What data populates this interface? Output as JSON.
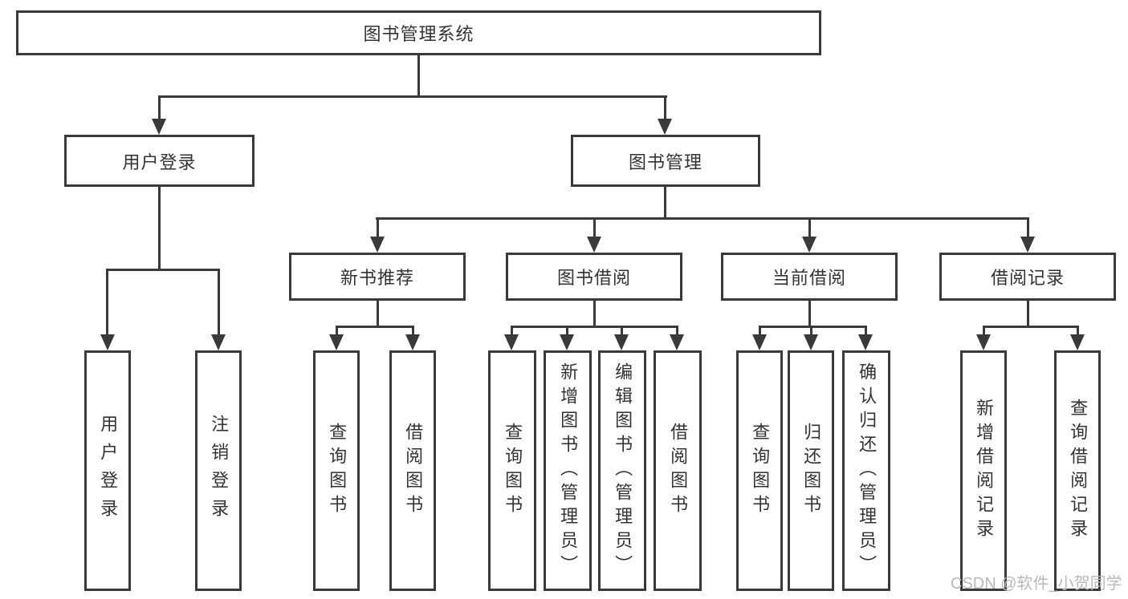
{
  "tree": {
    "root": {
      "label": "图书管理系统"
    },
    "branches": [
      {
        "label": "用户登录",
        "children": [
          {
            "label": "用户登录"
          },
          {
            "label": "注销登录"
          }
        ]
      },
      {
        "label": "图书管理",
        "children": [
          {
            "label": "新书推荐",
            "children": [
              {
                "label": "查询图书"
              },
              {
                "label": "借阅图书"
              }
            ]
          },
          {
            "label": "图书借阅",
            "children": [
              {
                "label": "查询图书"
              },
              {
                "label": "新增图书（管理员）"
              },
              {
                "label": "编辑图书（管理员）"
              },
              {
                "label": "借阅图书"
              }
            ]
          },
          {
            "label": "当前借阅",
            "children": [
              {
                "label": "查询图书"
              },
              {
                "label": "归还图书"
              },
              {
                "label": "确认归还（管理员）"
              }
            ]
          },
          {
            "label": "借阅记录",
            "children": [
              {
                "label": "新增借阅记录"
              },
              {
                "label": "查询借阅记录"
              }
            ]
          }
        ]
      }
    ]
  },
  "watermark": {
    "text": "CSDN @软件_小贺同学"
  },
  "colors": {
    "line": "#3a3a3a",
    "text": "#333333",
    "watermark": "#b9b9b9",
    "background": "#ffffff"
  }
}
